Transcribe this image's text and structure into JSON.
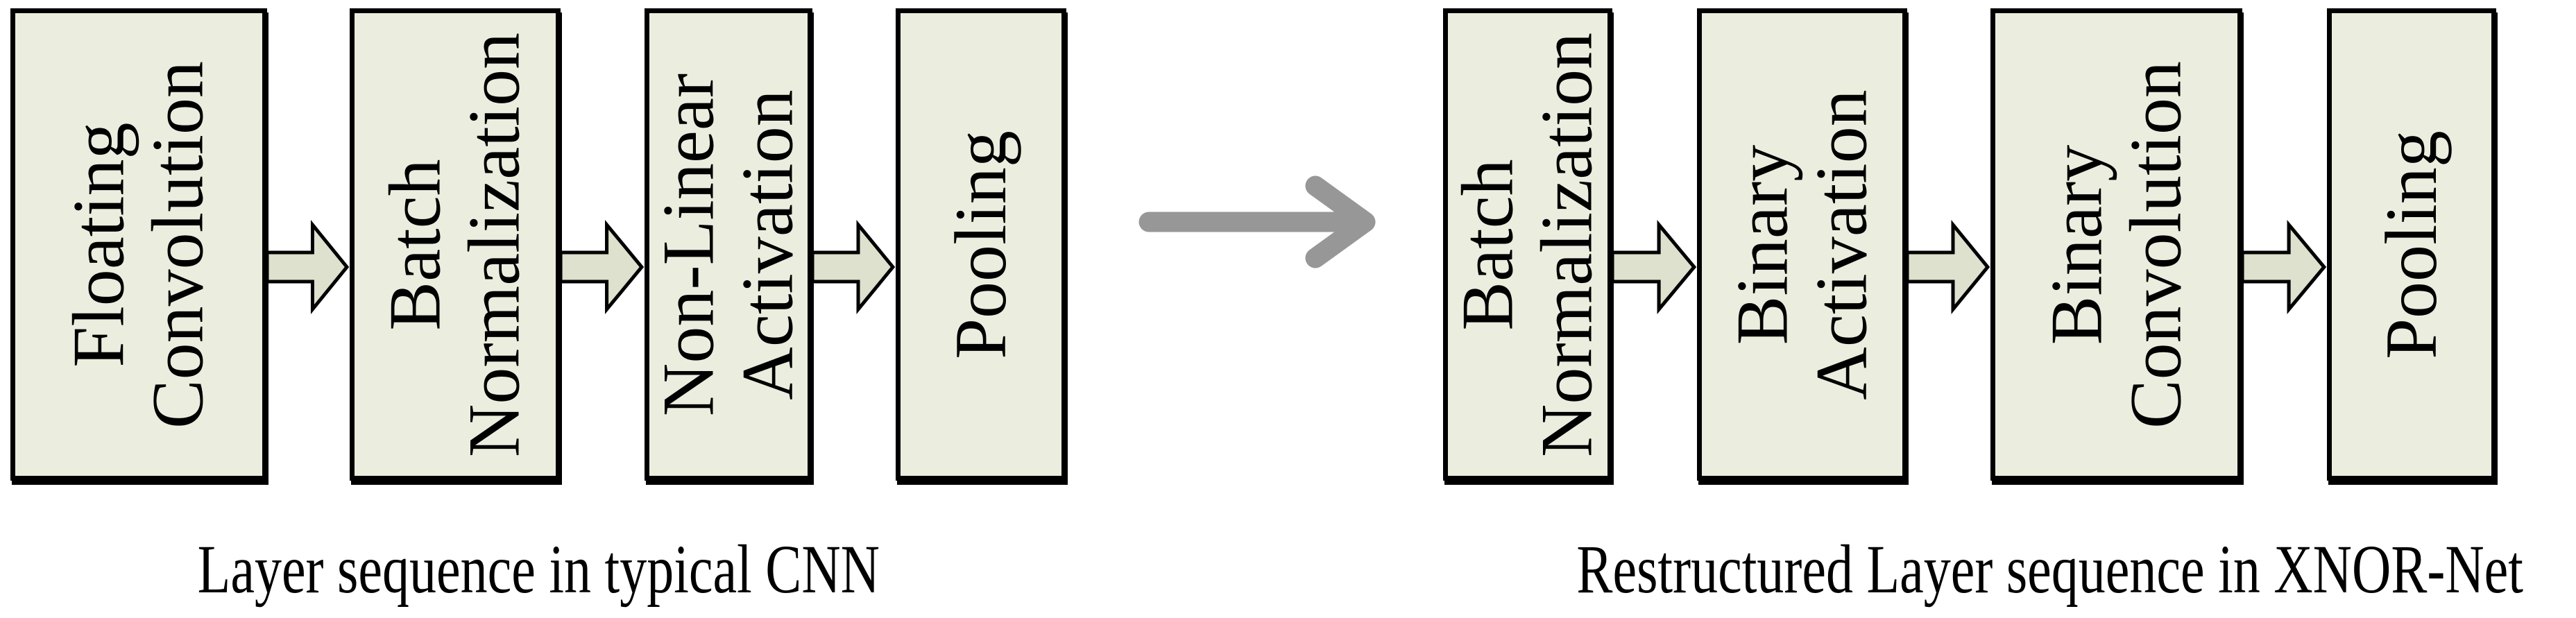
{
  "colors": {
    "background": "#ffffff",
    "box_fill": "#ebeede",
    "box_border": "#000000",
    "arrow_fill": "#dde1cd",
    "big_arrow": "#979797",
    "text": "#000000"
  },
  "left": {
    "caption": "Layer sequence in typical CNN",
    "boxes": [
      {
        "label": "Floating\nConvolution"
      },
      {
        "label": "Batch\nNormalization"
      },
      {
        "label": "Non-Linear\nActivation"
      },
      {
        "label": "Pooling"
      }
    ]
  },
  "right": {
    "caption": "Restructured Layer sequence in XNOR-Net",
    "boxes": [
      {
        "label": "Batch\nNormalization"
      },
      {
        "label": "Binary\nActivation"
      },
      {
        "label": "Binary\nConvolution"
      },
      {
        "label": "Pooling"
      }
    ]
  }
}
